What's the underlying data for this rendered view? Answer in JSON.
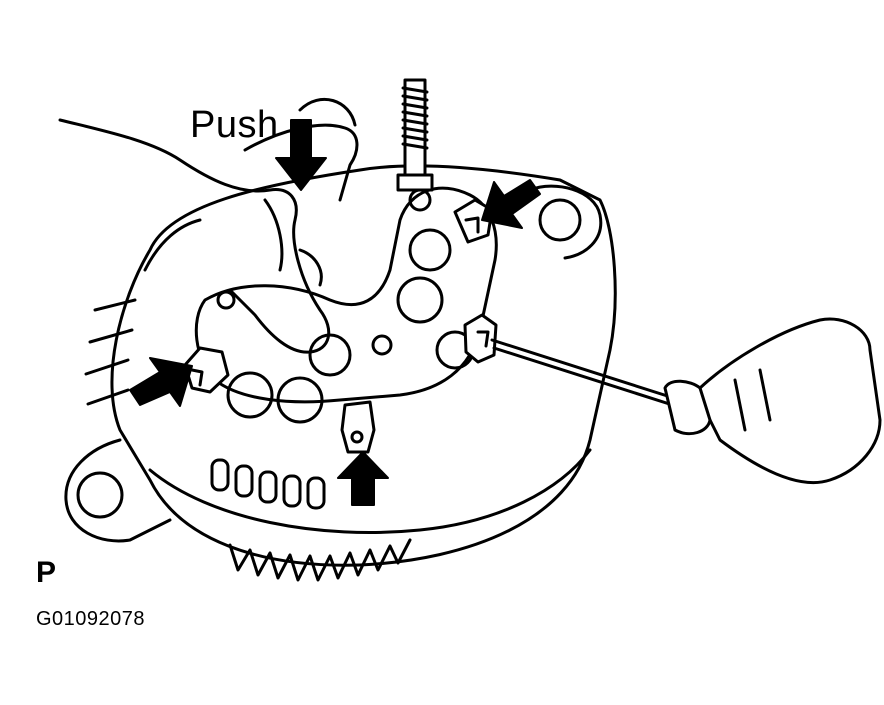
{
  "labels": {
    "push": "Push",
    "view_marker": "P",
    "figure_code": "G01092078"
  },
  "colors": {
    "ink": "#000000",
    "paper": "#ffffff"
  },
  "icons": {
    "push_direction": "arrow-down-icon",
    "claw_indicators": [
      "arrow-down-left-icon",
      "arrow-up-right-icon",
      "arrow-up-icon"
    ],
    "tool": "screwdriver-icon"
  }
}
